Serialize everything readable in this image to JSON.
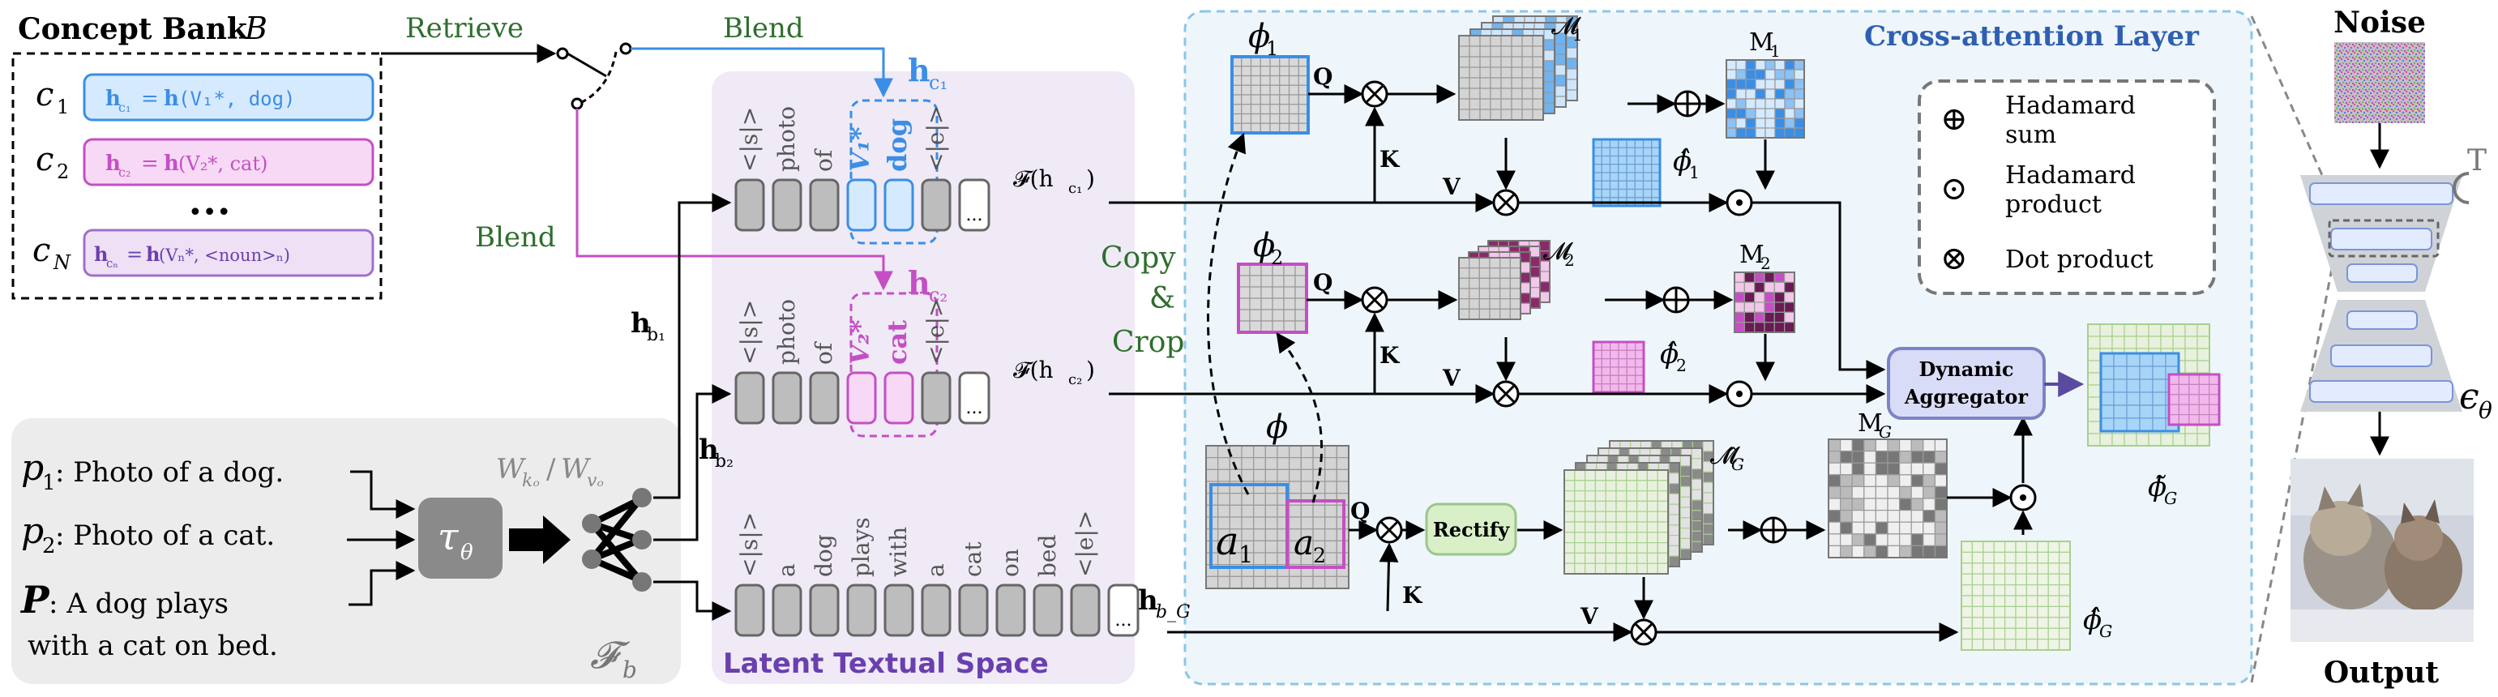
{
  "colors": {
    "blue": "#3a8ee6",
    "blue_fill": "#d6eaff",
    "pink": "#c44fc4",
    "pink_fill": "#f7d9f5",
    "green": "#2e6e2e",
    "purple_title": "#6a3fb0",
    "attn_title": "#2f5fb0",
    "tok_fill": "#bdbdbd",
    "latent_bg": "#efeaf6",
    "prompt_bg": "#ececec",
    "attn_bg": "#eef6fb"
  },
  "concept_bank": {
    "title": "Concept Bank",
    "title_symbol": "B",
    "rows": [
      {
        "c": "c",
        "sub": "1",
        "formula": "h_c1 = h(V*_1, dog)",
        "h": "h",
        "hsub": "c₁",
        "arg": "(V₁*, dog)"
      },
      {
        "c": "c",
        "sub": "2",
        "formula": "h_c2 = h(V*_2, cat)",
        "h": "h",
        "hsub": "c₂",
        "arg": "(V₂*, cat)"
      },
      {
        "c": "c",
        "sub": "N",
        "formula": "h_cN = h(V*_N, <noun>_N)",
        "h": "h",
        "hsub": "cₙ",
        "arg": "(Vₙ*, <noun>ₙ)"
      }
    ],
    "ellipsis": "•••"
  },
  "switch": {
    "retrieve": "Retrieve",
    "blend_top": "Blend",
    "blend_left": "Blend"
  },
  "latent": {
    "title": "Latent Textual Space",
    "hc1": "h",
    "hc1_sub": "c₁",
    "hc2": "h",
    "hc2_sub": "c₂",
    "row1_tokens": [
      "<|s|>",
      "photo",
      "of",
      "V₁*",
      "dog",
      "<|e|>"
    ],
    "row2_tokens": [
      "<|s|>",
      "photo",
      "of",
      "V₂*",
      "cat",
      "<|e|>"
    ],
    "row3_tokens": [
      "<|s|>",
      "a",
      "dog",
      "plays",
      "with",
      "a",
      "cat",
      "on",
      "bed",
      "<|e|>"
    ],
    "ellipsis": "...",
    "f_hc1": "𝓕(h",
    "f_hc1_sub": "c₁",
    "f_close": ")",
    "f_hc2": "𝓕(h",
    "f_hc2_sub": "c₂",
    "hb1": "h",
    "hb1_sub": "b₁",
    "hb2": "h",
    "hb2_sub": "b₂",
    "hbG": "h",
    "hbG_sub": "b_G"
  },
  "prompts": {
    "p1_sym": "p",
    "p1_sub": "1",
    "p1_text": ": Photo of a dog.",
    "p2_sym": "p",
    "p2_sub": "2",
    "p2_text": ": Photo of a cat.",
    "P_sym": "P",
    "P_text1": ": A dog plays",
    "P_text2": "with a cat on bed.",
    "tau": "τ",
    "tau_sub": "θ",
    "w_label": "W",
    "wko": "kₒ",
    "wvo": "vₒ",
    "slash": "/",
    "fb": "𝓕",
    "fb_sub": "b"
  },
  "copy_crop": {
    "l1": "Copy",
    "l2": "&",
    "l3": "Crop"
  },
  "attention": {
    "title": "Cross-attention Layer",
    "phi1": "ϕ",
    "phi1_sub": "1",
    "phi2": "ϕ",
    "phi2_sub": "2",
    "phi": "ϕ",
    "phi1_hat": "ϕ̂",
    "phi2_hat": "ϕ̂",
    "phiG_hat": "ϕ̂",
    "phiG_tilde": "ϕ̃",
    "sub_1": "1",
    "sub_2": "2",
    "sub_G": "G",
    "Q": "Q",
    "K": "K",
    "V": "V",
    "M1_cal": "𝓜",
    "M1": "M",
    "M2_cal": "𝓜",
    "M2": "M",
    "MG_cal": "𝓜̂",
    "MG": "M",
    "a1": "a",
    "a1_sub": "1",
    "a2": "a",
    "a2_sub": "2",
    "rectify": "Rectify",
    "aggregator_l1": "Dynamic",
    "aggregator_l2": "Aggregator",
    "legend": [
      {
        "sym": "⊕",
        "text1": "Hadamard",
        "text2": "sum"
      },
      {
        "sym": "⊙",
        "text1": "Hadamard",
        "text2": "product"
      },
      {
        "sym": "⊗",
        "text1": "Dot product",
        "text2": ""
      }
    ]
  },
  "unet": {
    "noise": "Noise",
    "output": "Output",
    "T": "T",
    "eps": "ϵ",
    "eps_sub": "θ"
  }
}
